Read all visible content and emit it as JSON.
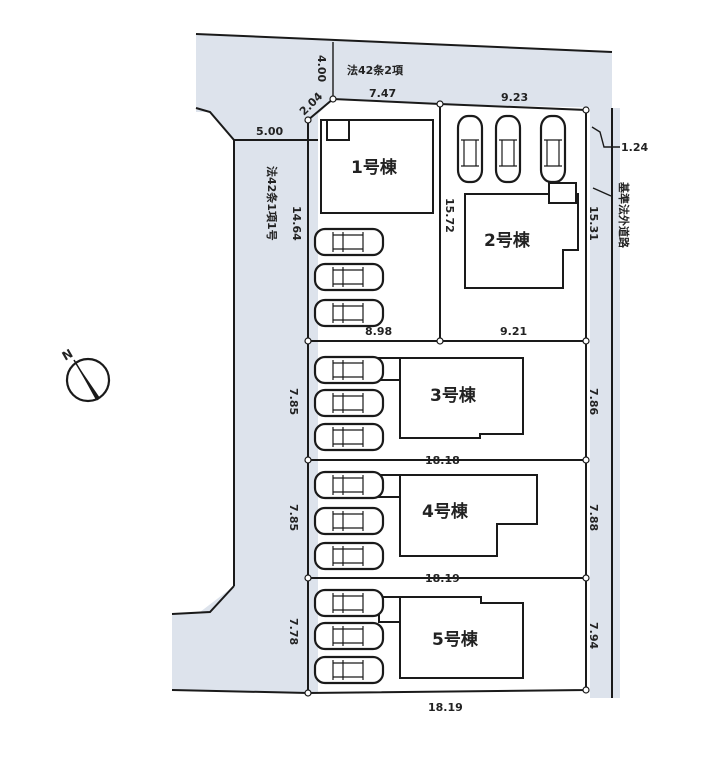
{
  "site_plan": {
    "roads": {
      "north_road_label": "法42条2項",
      "west_road_label": "法42条1項1号",
      "east_road_label": "基準法外道路"
    },
    "dimensions": {
      "north_road_width": "4.00",
      "corner_cut": "2.04",
      "west_road_top": "5.00",
      "lot1_top": "7.47",
      "lot2_top": "9.23",
      "east_road_width": "1.24",
      "lot1_west": "14.64",
      "lot1_2_shared": "15.72",
      "lot2_east": "15.31",
      "lot1_bottom": "8.98",
      "lot2_bottom": "9.21",
      "lot3_west": "7.85",
      "lot3_east": "7.86",
      "lot3_bottom": "18.18",
      "lot4_west": "7.85",
      "lot4_east": "7.88",
      "lot4_bottom": "18.19",
      "lot5_west": "7.78",
      "lot5_east": "7.94",
      "lot5_bottom": "18.19"
    },
    "buildings": [
      {
        "label": "1号棟"
      },
      {
        "label": "2号棟"
      },
      {
        "label": "3号棟"
      },
      {
        "label": "4号棟"
      },
      {
        "label": "5号棟"
      }
    ],
    "compass": {
      "label": "N"
    },
    "colors": {
      "road_fill": "#dde3ec",
      "line": "#1a1a1a"
    }
  }
}
